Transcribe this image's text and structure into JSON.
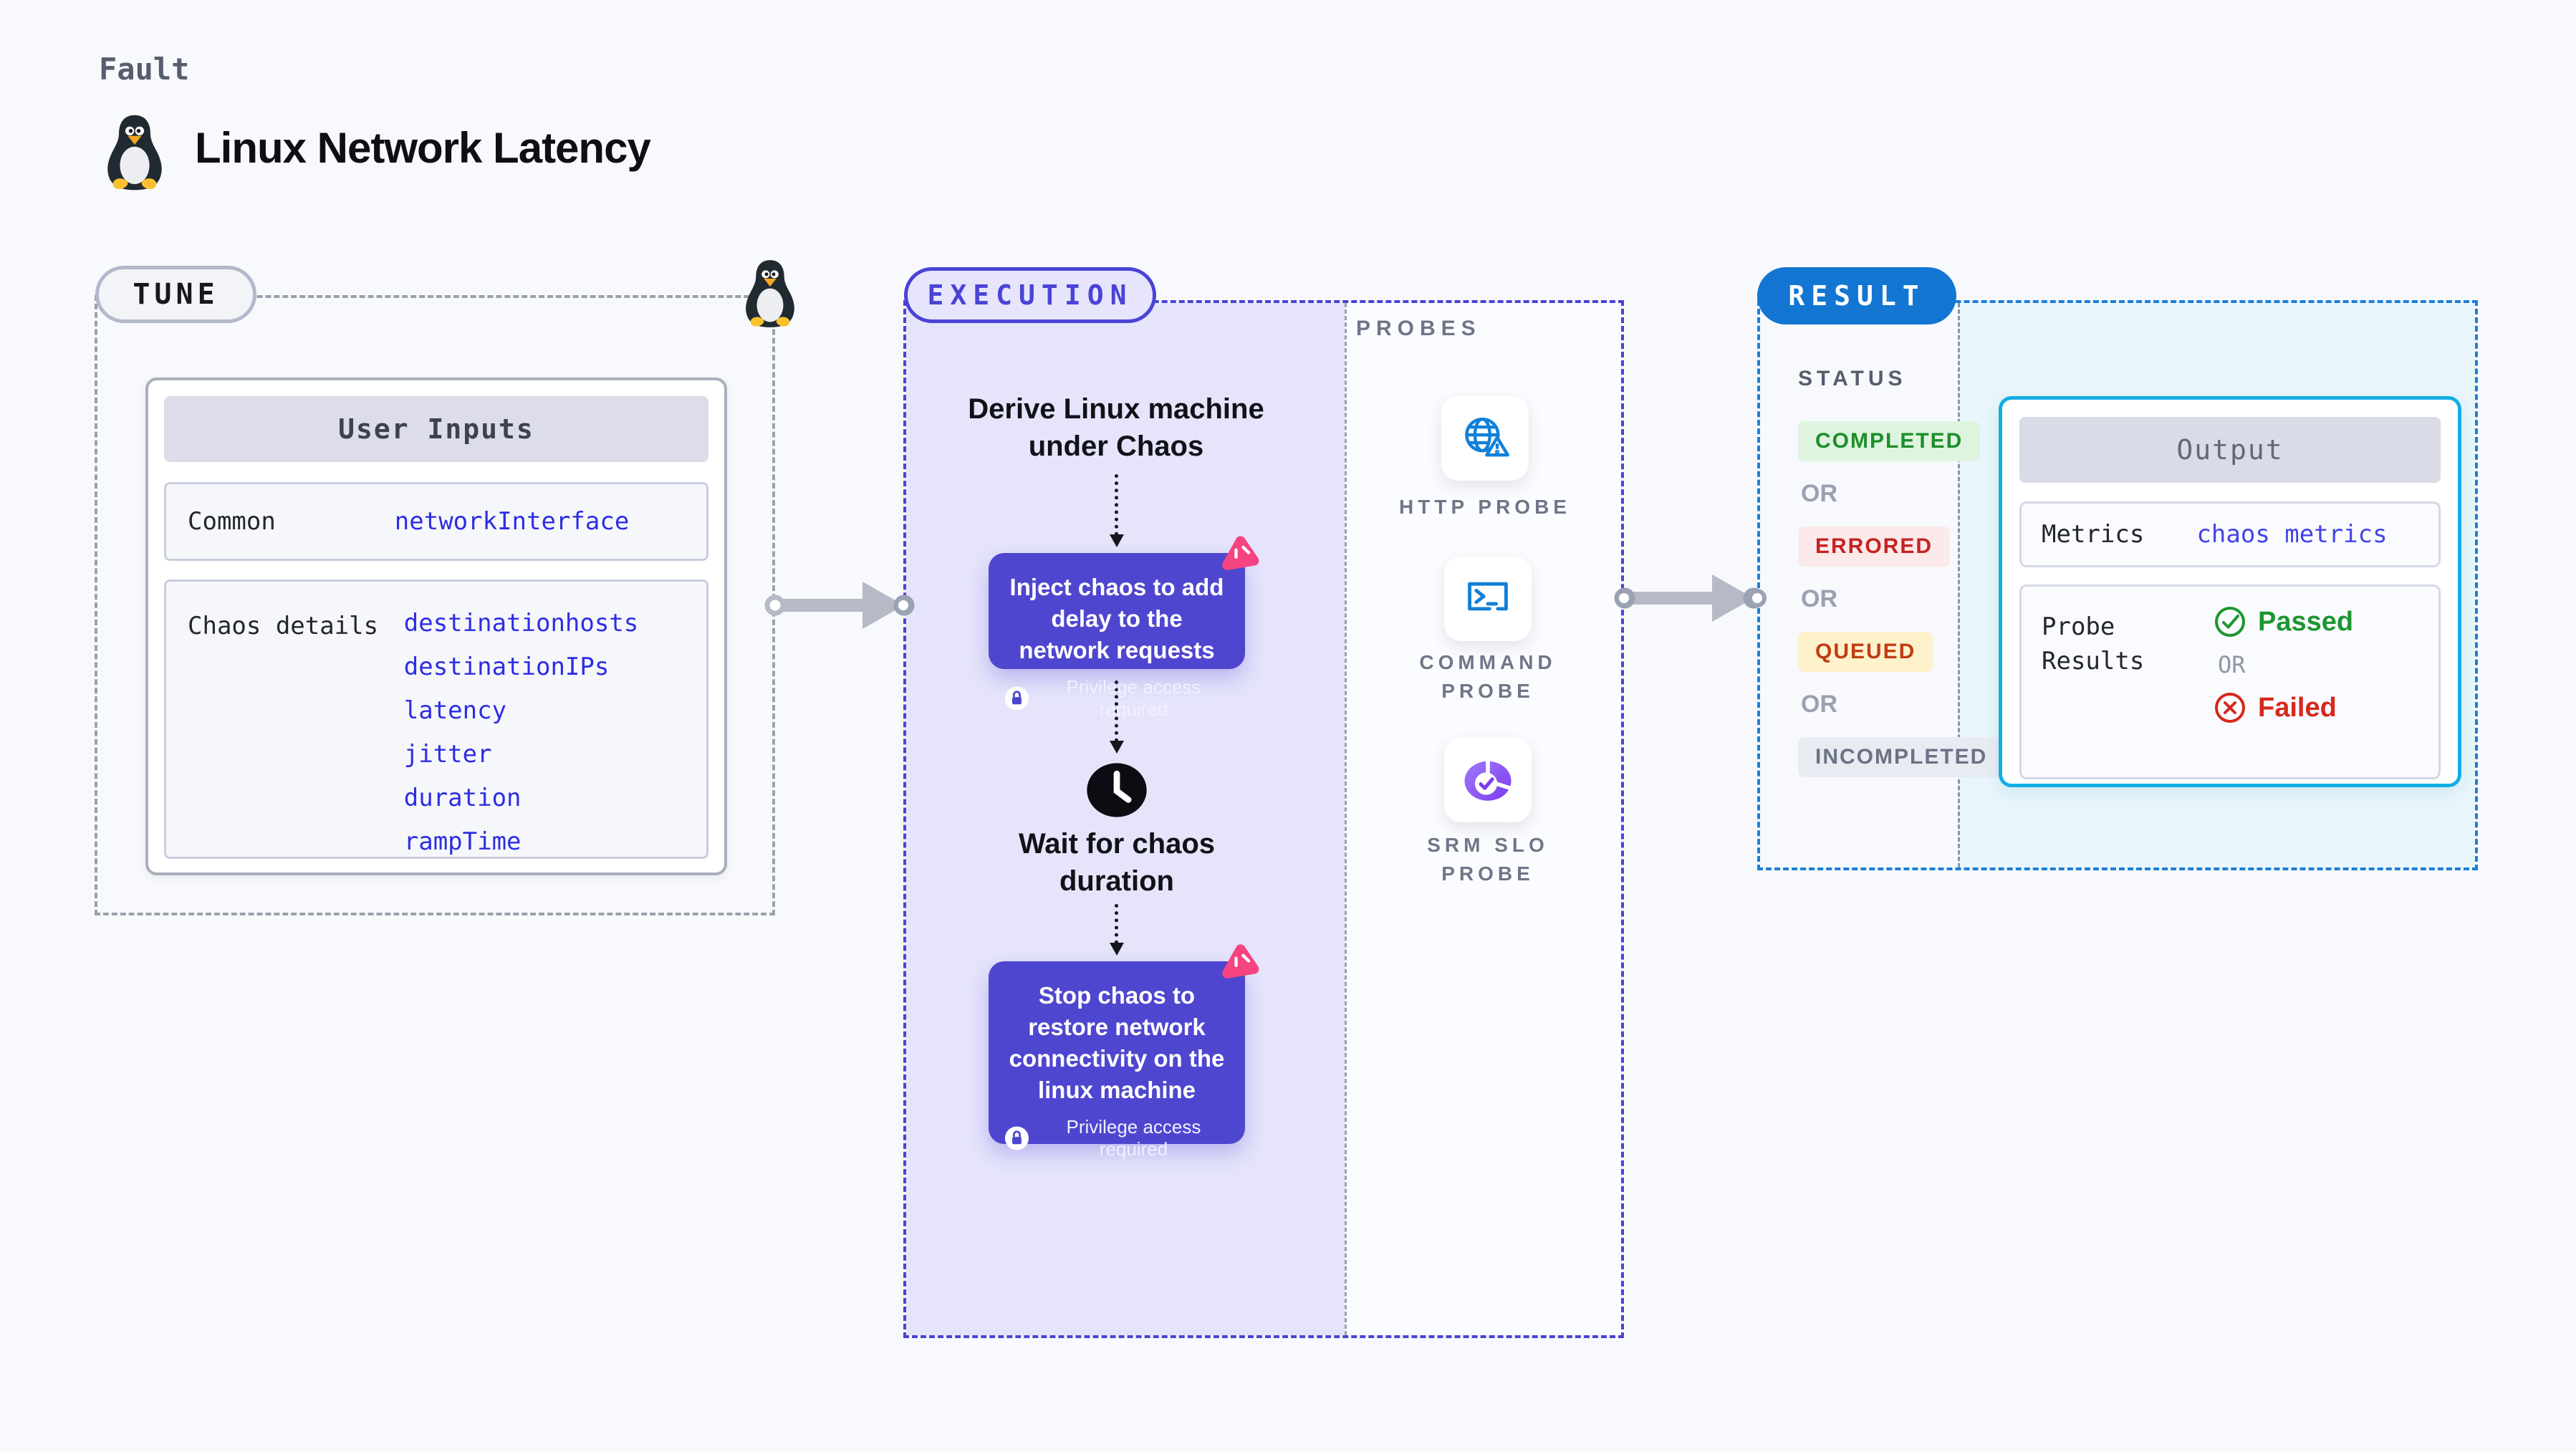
{
  "header": {
    "eyebrow": "Fault",
    "title": "Linux Network Latency"
  },
  "tune": {
    "label": "TUNE",
    "card_title": "User Inputs",
    "rows": [
      {
        "label": "Common",
        "values": [
          "networkInterface"
        ]
      },
      {
        "label": "Chaos details",
        "values": [
          "destinationhosts",
          "destinationIPs",
          "latency",
          "jitter",
          "duration",
          "rampTime"
        ]
      }
    ]
  },
  "execution": {
    "label": "EXECUTION",
    "derive_text": "Derive Linux machine under Chaos",
    "inject_text": "Inject chaos to add delay to the network requests",
    "privilege_text": "Privilege access required",
    "wait_text": "Wait for chaos duration",
    "stop_text": "Stop chaos to restore network connectivity on the linux machine"
  },
  "probes": {
    "label": "PROBES",
    "items": [
      {
        "name": "HTTP PROBE",
        "icon": "globe-alert-icon"
      },
      {
        "name": "COMMAND PROBE",
        "icon": "terminal-icon"
      },
      {
        "name": "SRM SLO PROBE",
        "icon": "slo-donut-check-icon"
      }
    ]
  },
  "result": {
    "label": "RESULT",
    "status_label": "STATUS",
    "or_label": "OR",
    "statuses": [
      {
        "label": "COMPLETED",
        "text_color": "#1e8e2a",
        "bg_color": "#def4df"
      },
      {
        "label": "ERRORED",
        "text_color": "#c42323",
        "bg_color": "#fce9e9"
      },
      {
        "label": "QUEUED",
        "text_color": "#c03c12",
        "bg_color": "#fdf2cc"
      },
      {
        "label": "INCOMPLETED",
        "text_color": "#6b7285",
        "bg_color": "#e9ebf3"
      }
    ],
    "output": {
      "title": "Output",
      "metrics_label": "Metrics",
      "metrics_value": "chaos metrics",
      "probe_results_label": "Probe Results",
      "passed_label": "Passed",
      "or_label": "OR",
      "failed_label": "Failed",
      "passed_color": "#1d9730",
      "failed_color": "#d7281c"
    }
  },
  "colors": {
    "node_indigo": "#4f46cf",
    "execution_border": "#4a43d6",
    "result_blue": "#1276d2",
    "output_cyan": "#12aee3",
    "arrow_grey": "#b6bac6",
    "value_blue": "#2d2de4",
    "chaos_pink": "#f5447f",
    "probe_icon_blue": "#1180d8"
  }
}
